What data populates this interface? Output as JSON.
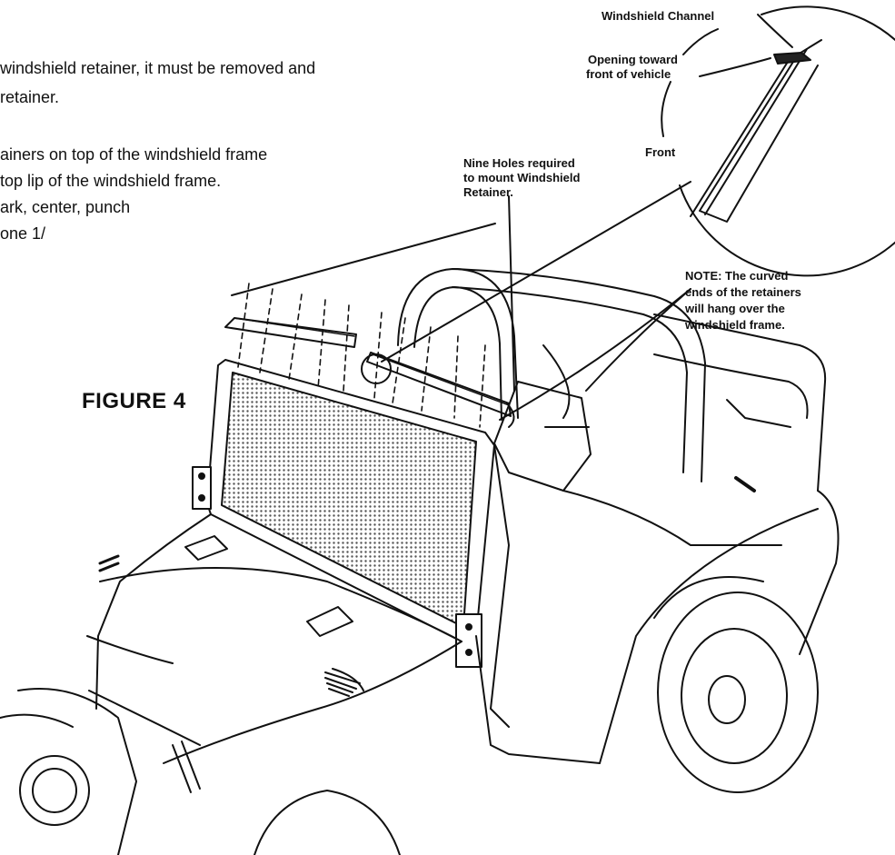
{
  "instructions": {
    "lines": [
      "windshield retainer, it must be removed and",
      "retainer.",
      "ainers on top of the windshield frame",
      "top lip of the windshield frame.",
      "ark, center, punch",
      "one 1/"
    ]
  },
  "figure": {
    "label": "FIGURE 4"
  },
  "callouts": {
    "windshield_channel": "Windshield Channel",
    "opening_line1": "Opening toward",
    "opening_line2": "front of vehicle",
    "front": "Front",
    "holes_line1": "Nine Holes required",
    "holes_line2": "to mount Windshield",
    "holes_line3": "Retainer.",
    "note_line1": "NOTE: The curved",
    "note_line2": "ends of the retainers",
    "note_line3": "will hang over the",
    "note_line4": "windshield frame."
  },
  "icons": [
    "vehicle-illustration",
    "windshield-channel-detail"
  ]
}
